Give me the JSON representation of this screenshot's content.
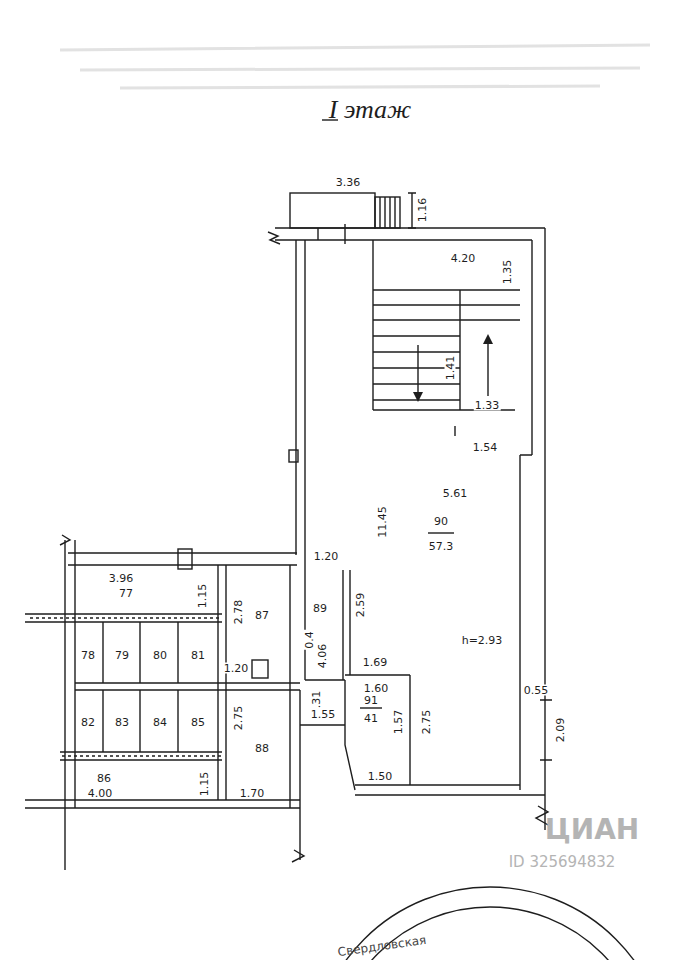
{
  "diagram": {
    "title": "I этаж",
    "labels": [
      "3.36",
      "1.16",
      "4.20",
      "1.35",
      "1.41",
      "1.33",
      "1.54",
      "5.61",
      "11.45",
      "90",
      "57.3",
      "h=2.93",
      "1.20",
      "2.59",
      "89",
      "87",
      "2.78",
      "3.96",
      "77",
      "1.15",
      "78",
      "79",
      "80",
      "81",
      "1.20",
      "0.4",
      "4.06",
      "0.31",
      "82",
      "83",
      "84",
      "85",
      "2.75",
      "88",
      "1.55",
      "1.69",
      "1.60",
      "91",
      "41",
      "1.57",
      "2.75",
      "1.50",
      "0.55",
      "2.09",
      "86",
      "4.00",
      "1.15",
      "1.70",
      "ЦИАН",
      "ID 325694832",
      "Свердловская"
    ]
  }
}
